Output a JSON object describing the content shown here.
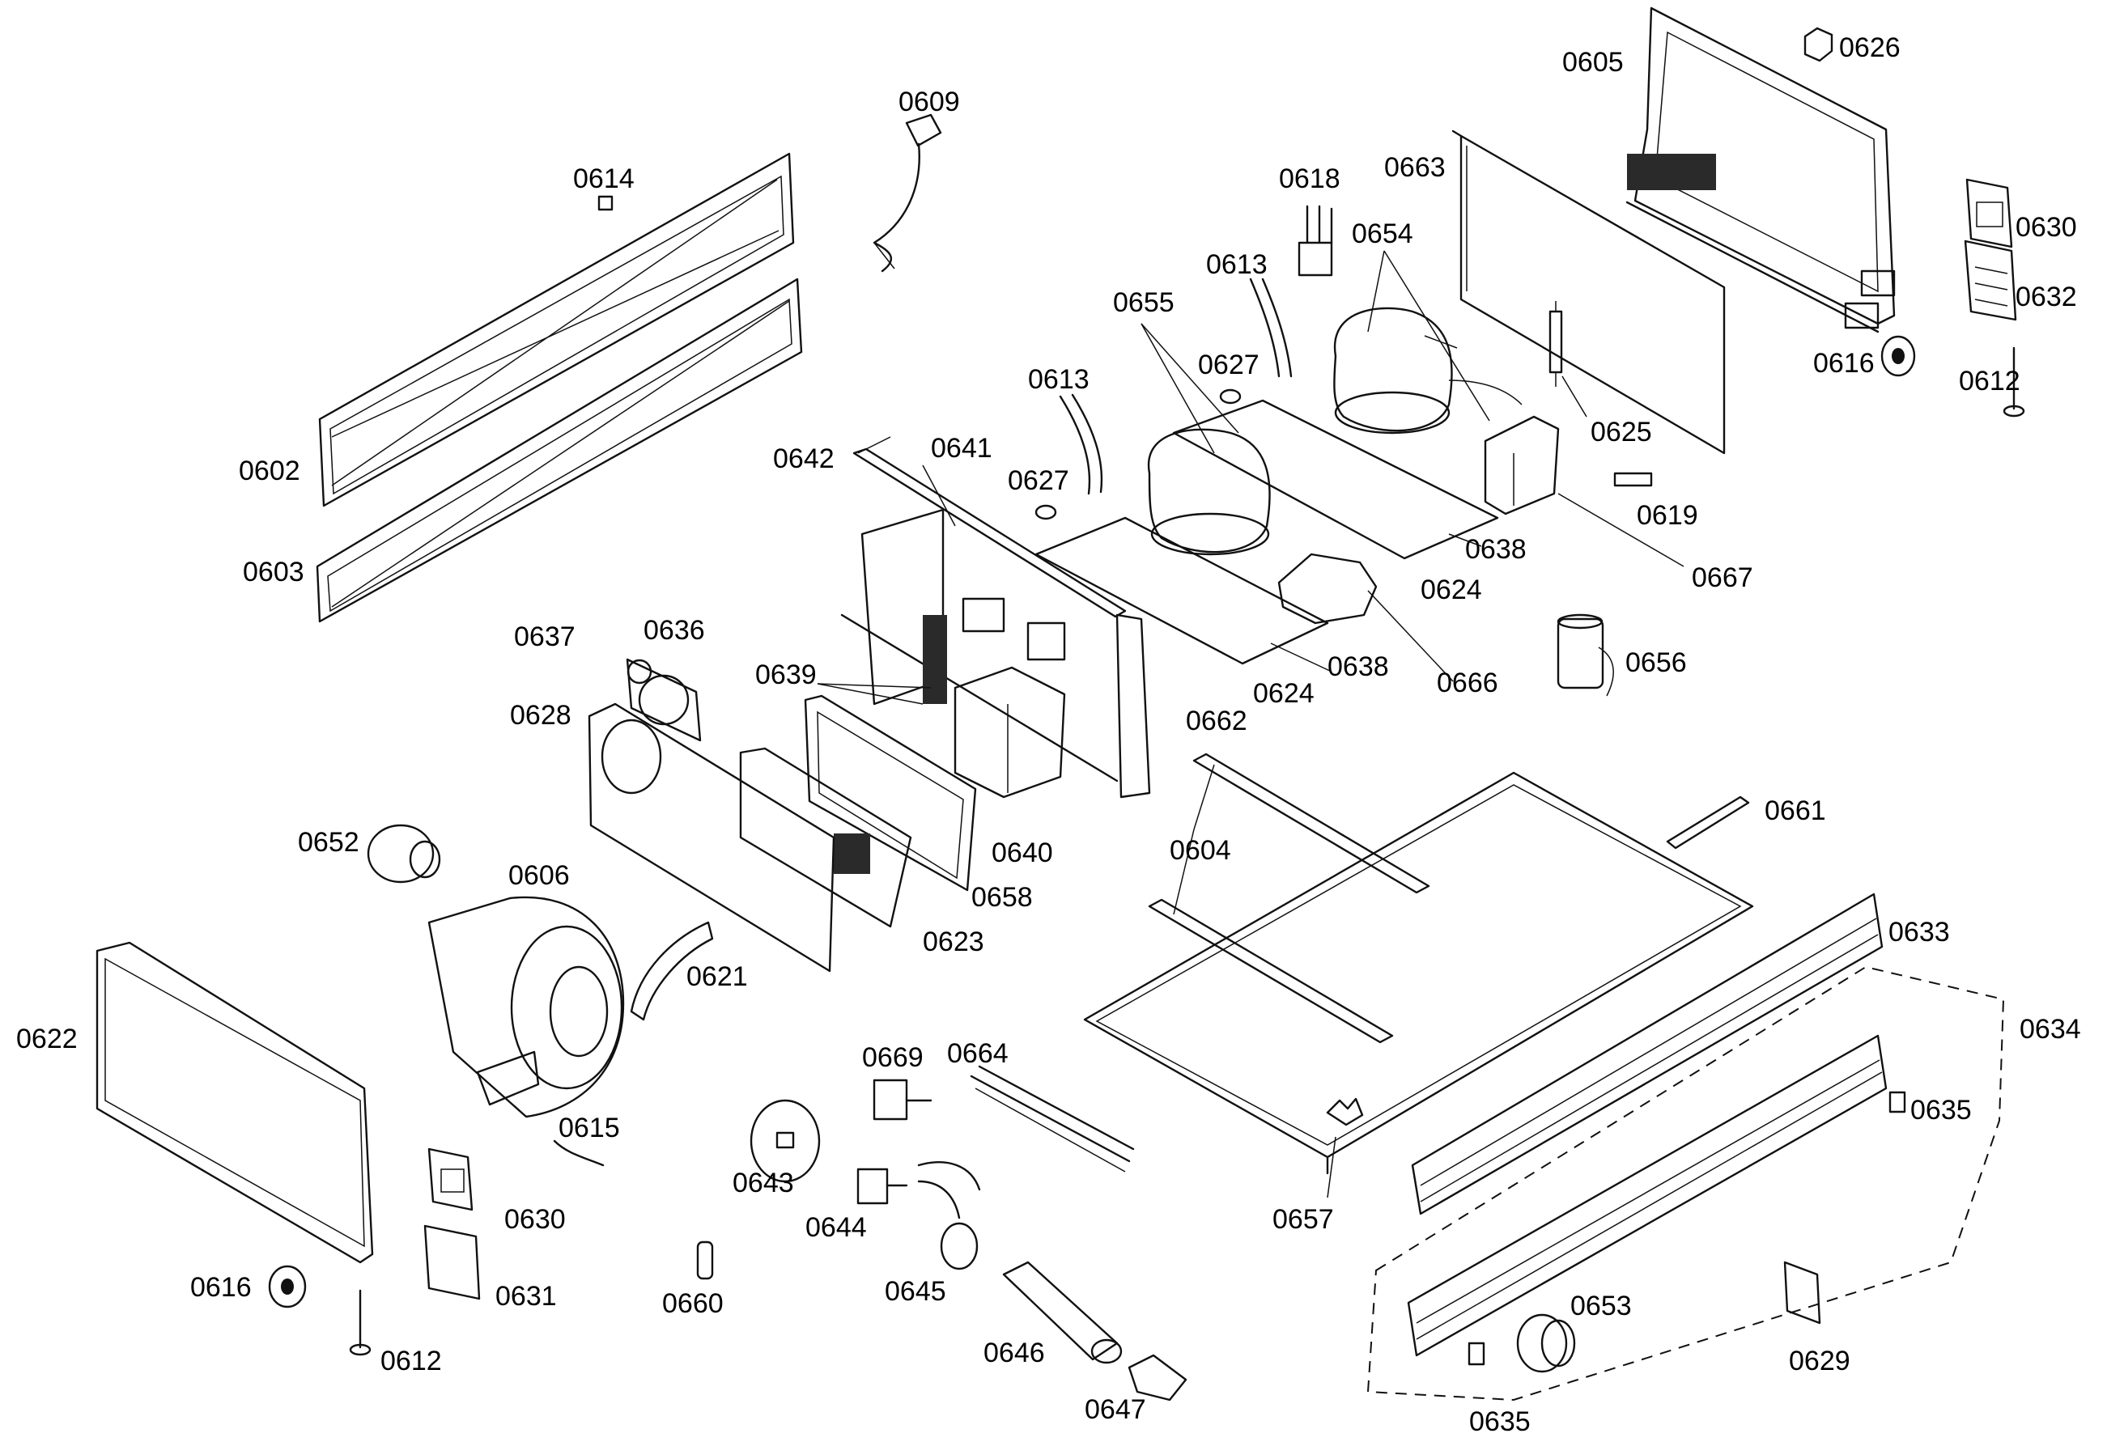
{
  "labels": {
    "p0602": "0602",
    "p0603": "0603",
    "p0604": "0604",
    "p0605": "0605",
    "p0606": "0606",
    "p0609": "0609",
    "p0612a": "0612",
    "p0612b": "0612",
    "p0613a": "0613",
    "p0613b": "0613",
    "p0614": "0614",
    "p0615": "0615",
    "p0616a": "0616",
    "p0616b": "0616",
    "p0618": "0618",
    "p0619": "0619",
    "p0621": "0621",
    "p0622": "0622",
    "p0623": "0623",
    "p0624a": "0624",
    "p0624b": "0624",
    "p0625": "0625",
    "p0626": "0626",
    "p0627a": "0627",
    "p0627b": "0627",
    "p0628": "0628",
    "p0629": "0629",
    "p0630a": "0630",
    "p0630b": "0630",
    "p0631": "0631",
    "p0632": "0632",
    "p0633": "0633",
    "p0634": "0634",
    "p0635a": "0635",
    "p0635b": "0635",
    "p0636": "0636",
    "p0637": "0637",
    "p0638a": "0638",
    "p0638b": "0638",
    "p0639": "0639",
    "p0640": "0640",
    "p0641": "0641",
    "p0642": "0642",
    "p0643": "0643",
    "p0644": "0644",
    "p0645": "0645",
    "p0646": "0646",
    "p0647": "0647",
    "p0652": "0652",
    "p0653": "0653",
    "p0654": "0654",
    "p0655": "0655",
    "p0656": "0656",
    "p0657": "0657",
    "p0658": "0658",
    "p0660": "0660",
    "p0661": "0661",
    "p0662": "0662",
    "p0663": "0663",
    "p0664": "0664",
    "p0666": "0666",
    "p0667": "0667",
    "p0669": "0669"
  }
}
